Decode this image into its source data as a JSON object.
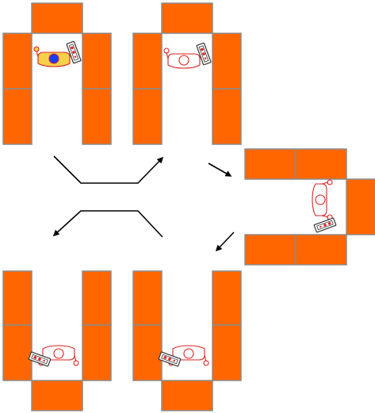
{
  "colors": {
    "block": "#ff6600",
    "block_border": "#8c8c8c",
    "arrow": "#000000",
    "person_outline": "#e02020",
    "person_highlight": "#f5d04a",
    "person_head_highlight": "#1a3cff",
    "remote_button": "#e02020"
  },
  "icons": [
    "person-top-view-icon",
    "remote-control-icon",
    "arrow-icon"
  ],
  "stages": [
    {
      "id": "stage-1",
      "orientation": "opening-down",
      "person": "highlighted",
      "person_facing": "up"
    },
    {
      "id": "stage-2",
      "orientation": "opening-down",
      "person": "outline",
      "person_facing": "up"
    },
    {
      "id": "stage-3",
      "orientation": "opening-left",
      "person": "outline",
      "person_facing": "right"
    },
    {
      "id": "stage-4",
      "orientation": "opening-up",
      "person": "outline",
      "person_facing": "down"
    },
    {
      "id": "stage-5",
      "orientation": "opening-up",
      "person": "outline",
      "person_facing": "down"
    }
  ],
  "flow": [
    "stage-1",
    "stage-2",
    "stage-3",
    "stage-5",
    "stage-4"
  ]
}
